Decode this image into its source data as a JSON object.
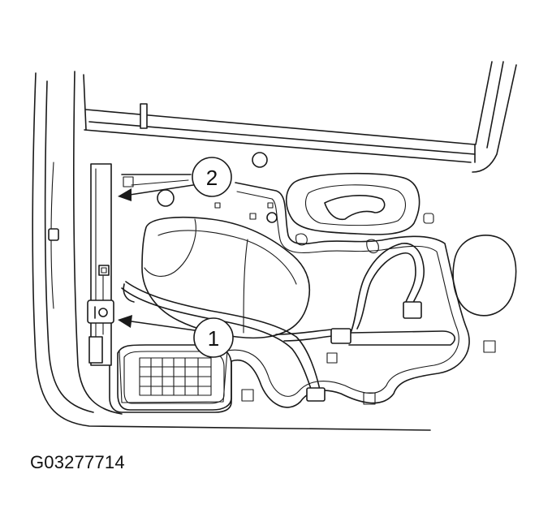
{
  "figure": {
    "id_label": "G03277714"
  },
  "callouts": [
    {
      "number": "1"
    },
    {
      "number": "2"
    }
  ],
  "colors": {
    "line": "#1a1a1a",
    "background": "#ffffff"
  }
}
